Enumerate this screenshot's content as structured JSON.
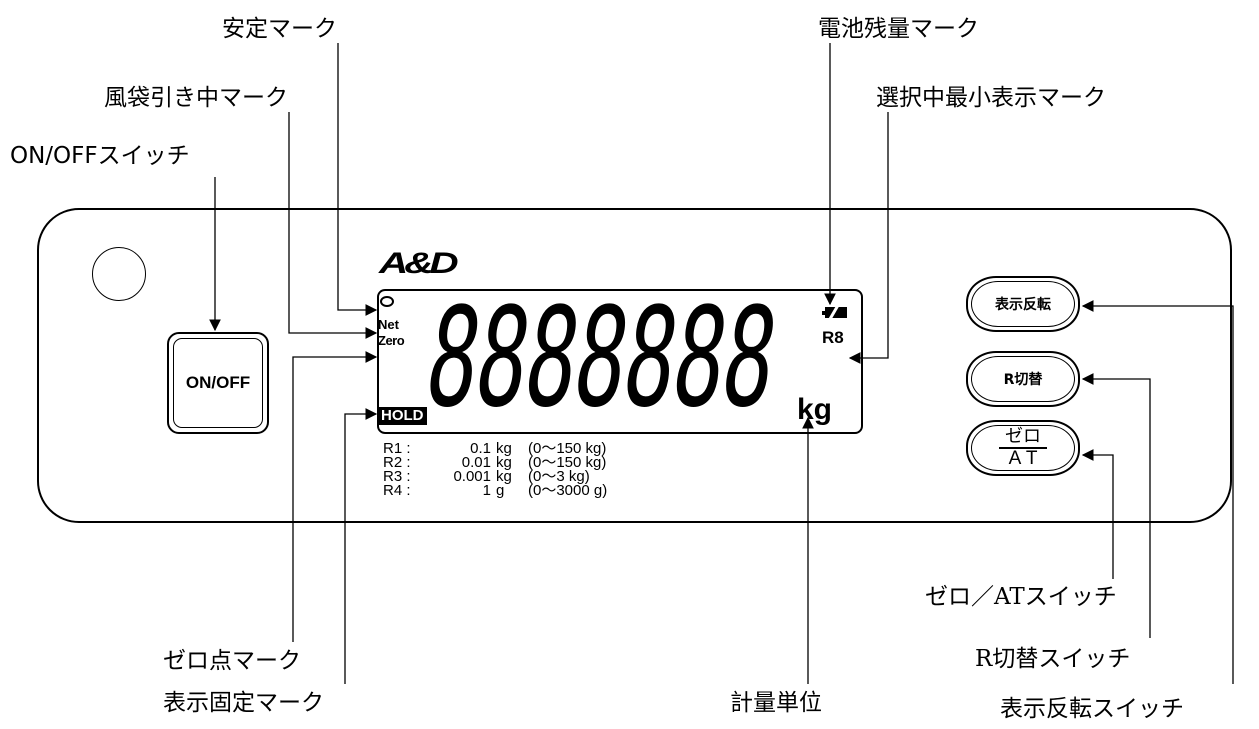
{
  "callouts": {
    "stable_mark": "安定マーク",
    "tare_mark": "風袋引き中マーク",
    "onoff_switch": "ON/OFFスイッチ",
    "battery_mark": "電池残量マーク",
    "min_display_mark": "選択中最小表示マーク",
    "zero_point_mark": "ゼロ点マーク",
    "hold_mark": "表示固定マーク",
    "weighing_unit": "計量単位",
    "zero_at_switch": "ゼロ／ATスイッチ",
    "r_switch": "R切替スイッチ",
    "reverse_switch": "表示反転スイッチ"
  },
  "device": {
    "logo": "A&D",
    "onoff_button": "ON/OFF",
    "lcd": {
      "net": "Net",
      "zero": "Zero",
      "hold": "HOLD",
      "digits": "8888888",
      "unit": "kg",
      "range": "R8"
    },
    "ranges": [
      {
        "id": "R1 :",
        "value": "0.1",
        "unit": "kg",
        "range": "(0～150 kg)"
      },
      {
        "id": "R2 :",
        "value": "0.01",
        "unit": "kg",
        "range": "(0～150 kg)"
      },
      {
        "id": "R3 :",
        "value": "0.001",
        "unit": "kg",
        "range": "(0～3 kg)"
      },
      {
        "id": "R4 :",
        "value": "1",
        "unit": "g",
        "range": "(0～3000 g)"
      }
    ],
    "buttons": {
      "reverse": "表示反転",
      "r_switch": "R切替",
      "zero_top": "ゼロ",
      "zero_bottom": "AT"
    }
  }
}
